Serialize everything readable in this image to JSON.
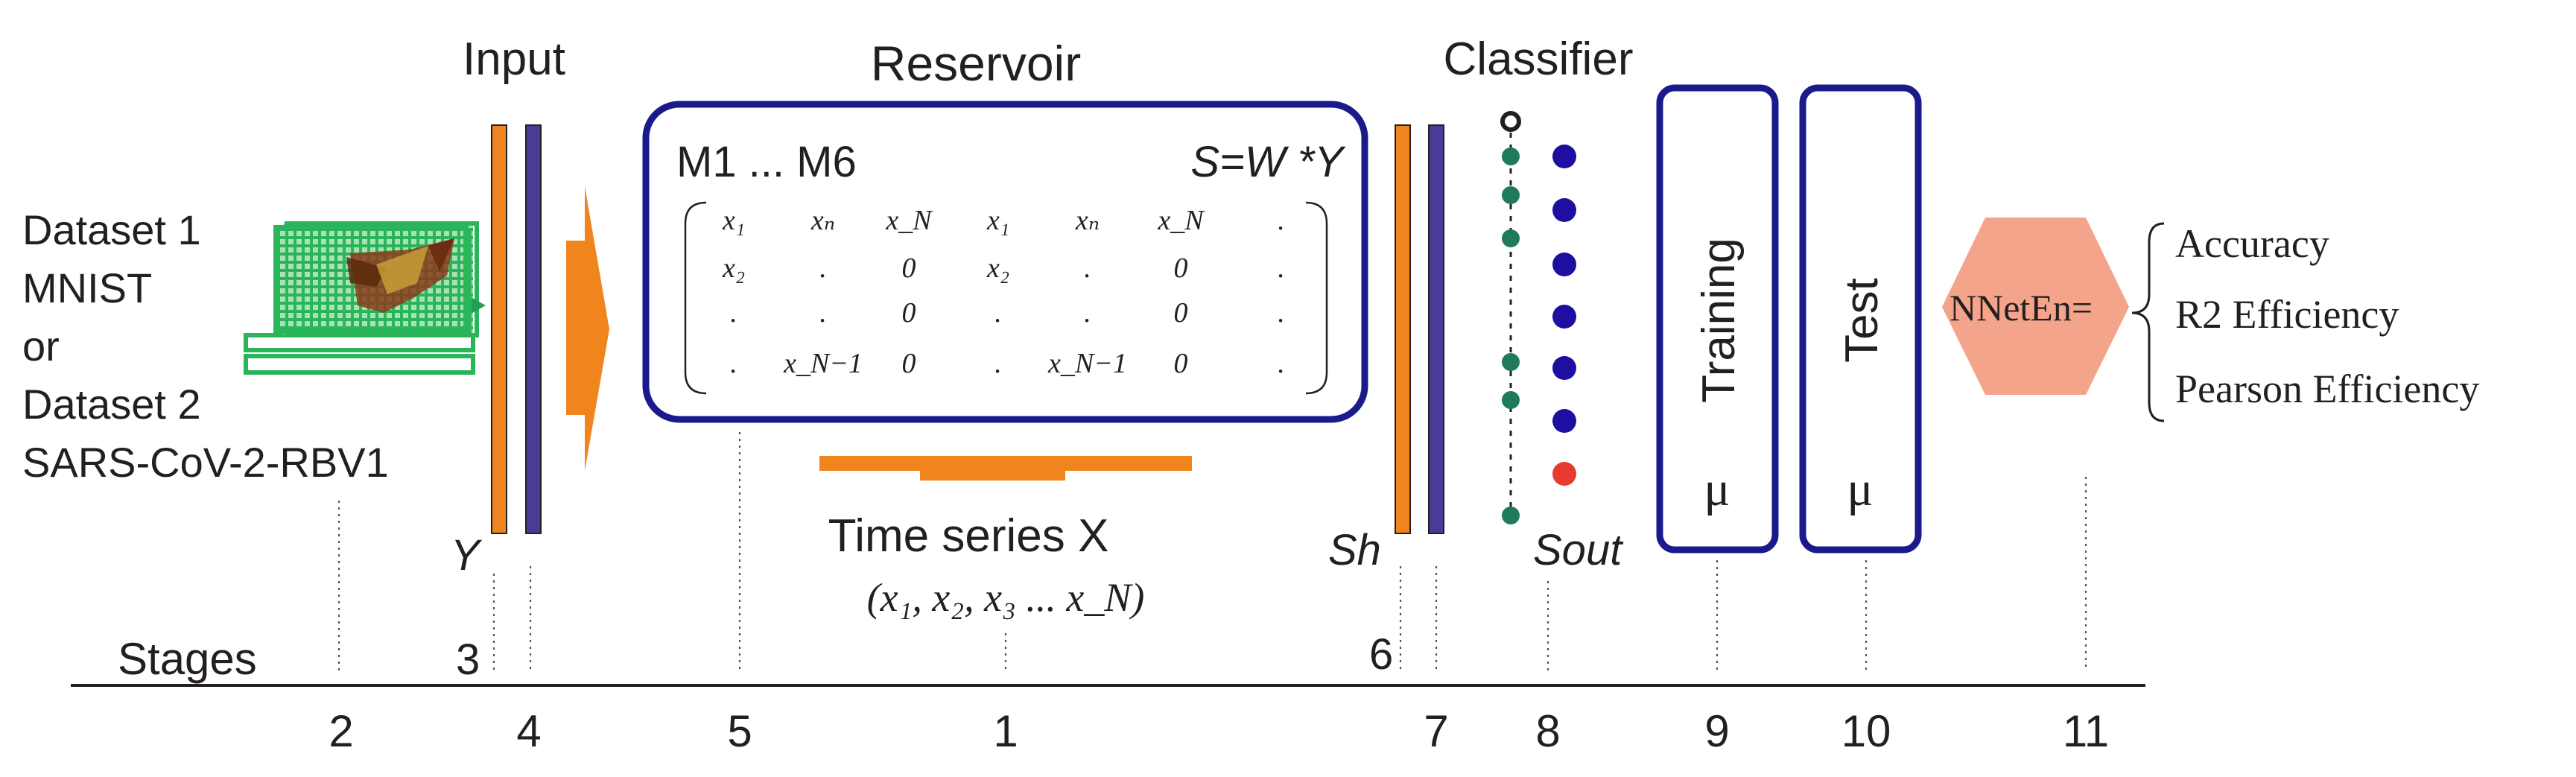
{
  "headers": {
    "input": "Input",
    "reservoir": "Reservoir",
    "classifier": "Classifier"
  },
  "datasets": [
    "Dataset 1",
    "MNIST",
    "or",
    "Dataset 2",
    "SARS-CoV-2-RBV1"
  ],
  "reservoir": {
    "models": "M1 ... M6",
    "equation": "S=W *Y",
    "matrix": [
      [
        "x₁",
        "xₙ",
        "x_N",
        "x₁",
        "xₙ",
        "x_N",
        "."
      ],
      [
        "x₂",
        ".",
        "0",
        "x₂",
        ".",
        "0",
        "."
      ],
      [
        ".",
        ".",
        "0",
        ".",
        ".",
        "0",
        "."
      ],
      [
        ".",
        "x_N−1",
        "0",
        ".",
        "x_N−1",
        "0",
        "."
      ]
    ]
  },
  "time_series": {
    "label": "Time series X",
    "sequence": "(x₁, x₂, x₃ ... x_N)"
  },
  "labels": {
    "y": "Y",
    "sh": "Sh",
    "sout": "Sout",
    "stages": "Stages",
    "stage_3": "3",
    "stage_6": "6"
  },
  "boxes": {
    "training": "Training",
    "test": "Test",
    "mu": "μ"
  },
  "nneten": {
    "label": "NNetEn=",
    "metrics": [
      "Accuracy",
      "R2 Efficiency",
      "Pearson Efficiency"
    ]
  },
  "axis_numbers": [
    "2",
    "4",
    "5",
    "1",
    "7",
    "8",
    "9",
    "10",
    "11"
  ],
  "colors": {
    "navy": "#1a1a8c",
    "orange": "#f0851e",
    "purple": "#4b3b96",
    "teal": "#1f7a5c",
    "dot_blue": "#1e0fa0",
    "red": "#e63b2e",
    "salmon": "#f4a48a",
    "grid_green": "#2bb55a"
  }
}
